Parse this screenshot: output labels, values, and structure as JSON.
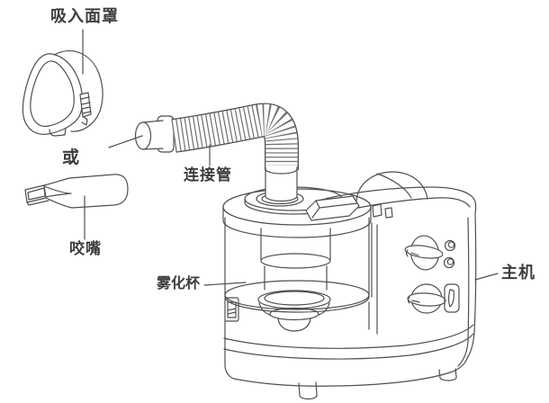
{
  "diagram": {
    "background_color": "#ffffff",
    "line_color": "#4f4f4f",
    "text_color": "#3d3d3d",
    "labels": {
      "inhalation_mask": "吸入面罩",
      "or": "或",
      "mouthpiece": "咬嘴",
      "connecting_tube": "连接管",
      "nebulizer_cup": "雾化杯",
      "main_unit": "主机"
    }
  }
}
